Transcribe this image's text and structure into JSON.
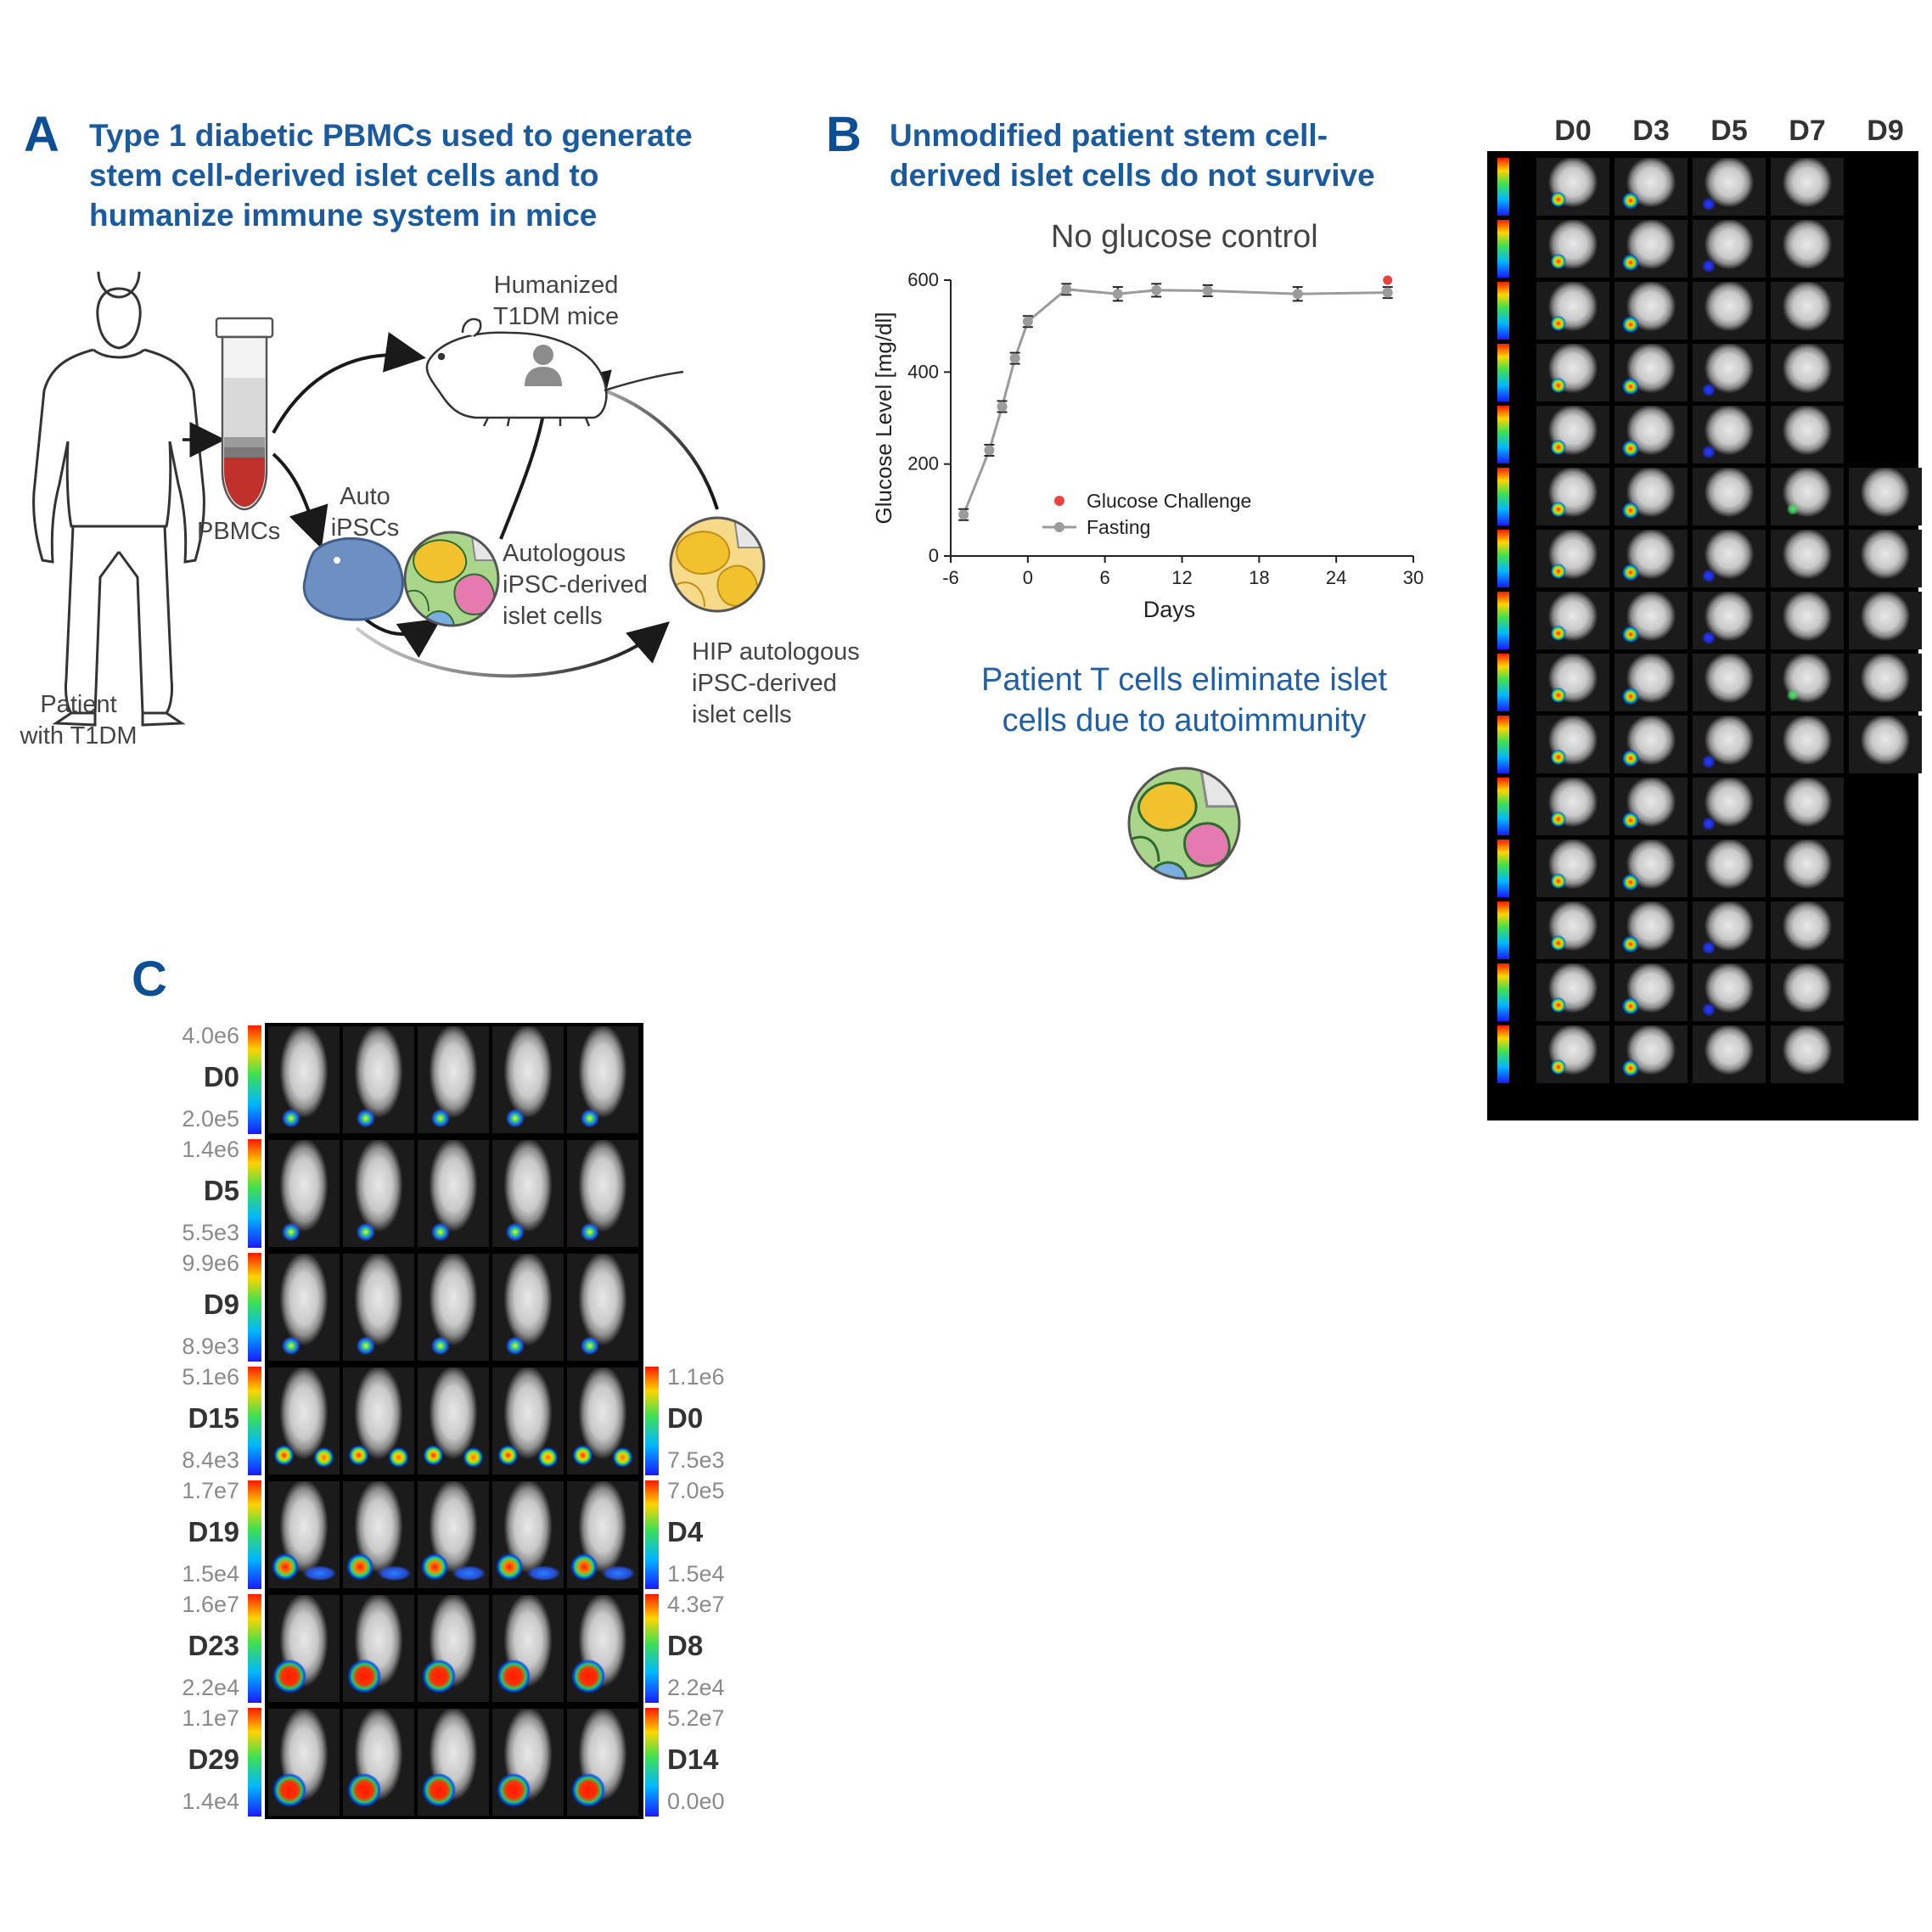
{
  "panel_a": {
    "letter": "A",
    "title_lines": [
      "Type 1 diabetic PBMCs used to generate",
      "stem cell-derived islet cells and to",
      "humanize immune system in mice"
    ],
    "labels": {
      "patient": [
        "Patient",
        "with T1DM"
      ],
      "pbmcs": "PBMCs",
      "auto_ipscs": [
        "Auto",
        "iPSCs"
      ],
      "humanized": [
        "Humanized",
        "T1DM mice"
      ],
      "autologous": [
        "Autologous",
        "iPSC-derived",
        "islet cells"
      ],
      "hip": [
        "HIP autologous",
        "iPSC-derived",
        "islet cells"
      ]
    },
    "icons": [
      "person-outline-icon",
      "blood-tube-icon",
      "mouse-icon",
      "cell-icon",
      "islet-cluster-icon",
      "hip-islet-cluster-icon",
      "user-silhouette-icon"
    ]
  },
  "panel_b": {
    "letter": "B",
    "title_lines": [
      "Unmodified patient stem cell-",
      "derived islet cells do not survive"
    ],
    "chart_title": "No glucose control",
    "note_lines": [
      "Patient T cells eliminate islet",
      "cells due to autoimmunity"
    ]
  },
  "chart_data": {
    "type": "line",
    "title": "No glucose control",
    "xlabel": "Days",
    "ylabel": "Glucose Level [mg/dl]",
    "xlim": [
      -6,
      30
    ],
    "ylim": [
      0,
      600
    ],
    "xticks": [
      -6,
      0,
      6,
      12,
      18,
      24,
      30
    ],
    "yticks": [
      0,
      200,
      400,
      600
    ],
    "legend_position": "lower-middle",
    "grid": false,
    "series": [
      {
        "name": "Fasting",
        "color": "#9b9b9b",
        "x": [
          -5,
          -3,
          -2,
          -1,
          0,
          3,
          7,
          10,
          14,
          21,
          28
        ],
        "y": [
          90,
          230,
          325,
          430,
          510,
          580,
          570,
          578,
          577,
          570,
          573
        ],
        "err": [
          12,
          12,
          12,
          12,
          12,
          12,
          15,
          14,
          12,
          15,
          12
        ]
      },
      {
        "name": "Glucose Challenge",
        "color": "#e8433f",
        "x": [
          28
        ],
        "y": [
          600
        ]
      }
    ]
  },
  "grid_b": {
    "headers": [
      "D0",
      "D3",
      "D5",
      "D7",
      "D9"
    ],
    "row_count": 15
  },
  "panel_c": {
    "letter": "C",
    "left_rows": [
      {
        "day": "D0",
        "hi": "4.0e6",
        "lo": "2.0e5"
      },
      {
        "day": "D5",
        "hi": "1.4e6",
        "lo": "5.5e3"
      },
      {
        "day": "D9",
        "hi": "9.9e6",
        "lo": "8.9e3"
      },
      {
        "day": "D15",
        "hi": "5.1e6",
        "lo": "8.4e3"
      },
      {
        "day": "D19",
        "hi": "1.7e7",
        "lo": "1.5e4"
      },
      {
        "day": "D23",
        "hi": "1.6e7",
        "lo": "2.2e4"
      },
      {
        "day": "D29",
        "hi": "1.1e7",
        "lo": "1.4e4"
      }
    ],
    "right_rows": [
      {
        "day": "D0",
        "hi": "1.1e6",
        "lo": "7.5e3"
      },
      {
        "day": "D4",
        "hi": "7.0e5",
        "lo": "1.5e4"
      },
      {
        "day": "D8",
        "hi": "4.3e7",
        "lo": "2.2e4"
      },
      {
        "day": "D14",
        "hi": "5.2e7",
        "lo": "0.0e0"
      }
    ]
  }
}
